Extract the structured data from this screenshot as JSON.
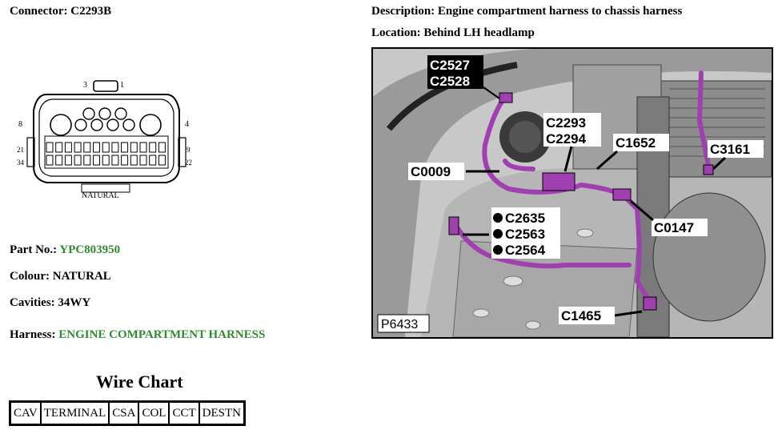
{
  "connector": {
    "label": "Connector:",
    "value": "C2293B"
  },
  "description": {
    "label": "Description:",
    "value": "Engine compartment harness to chassis harness"
  },
  "location": {
    "label": "Location:",
    "value": "Behind LH headlamp"
  },
  "diagram": {
    "pins": {
      "p3": "3",
      "p1": "1",
      "p8": "8",
      "p4": "4",
      "p21": "21",
      "p9": "9",
      "p34": "34",
      "p22": "22"
    },
    "color_label": "NATURAL"
  },
  "part_no": {
    "label": "Part No.:",
    "value": "YPC803950"
  },
  "colour": {
    "label": "Colour:",
    "value": "NATURAL"
  },
  "cavities": {
    "label": "Cavities:",
    "value": "34WY"
  },
  "harness": {
    "label": "Harness:",
    "value": "ENGINE COMPARTMENT HARNESS"
  },
  "photo": {
    "callouts": {
      "c2527": "C2527",
      "c2528": "C2528",
      "c2293": "C2293",
      "c2294": "C2294",
      "c1652": "C1652",
      "c3161": "C3161",
      "c0009": "C0009",
      "c2635": "C2635",
      "c2563": "C2563",
      "c2564": "C2564",
      "c0147": "C0147",
      "c1465": "C1465"
    },
    "figure_id": "P6433"
  },
  "wire_chart": {
    "title": "Wire Chart",
    "columns": [
      "CAV",
      "TERMINAL",
      "CSA",
      "COL",
      "CCT",
      "DESTN"
    ]
  },
  "colors": {
    "harness_highlight": "#a040b0",
    "green_text": "#2e8b2e"
  }
}
